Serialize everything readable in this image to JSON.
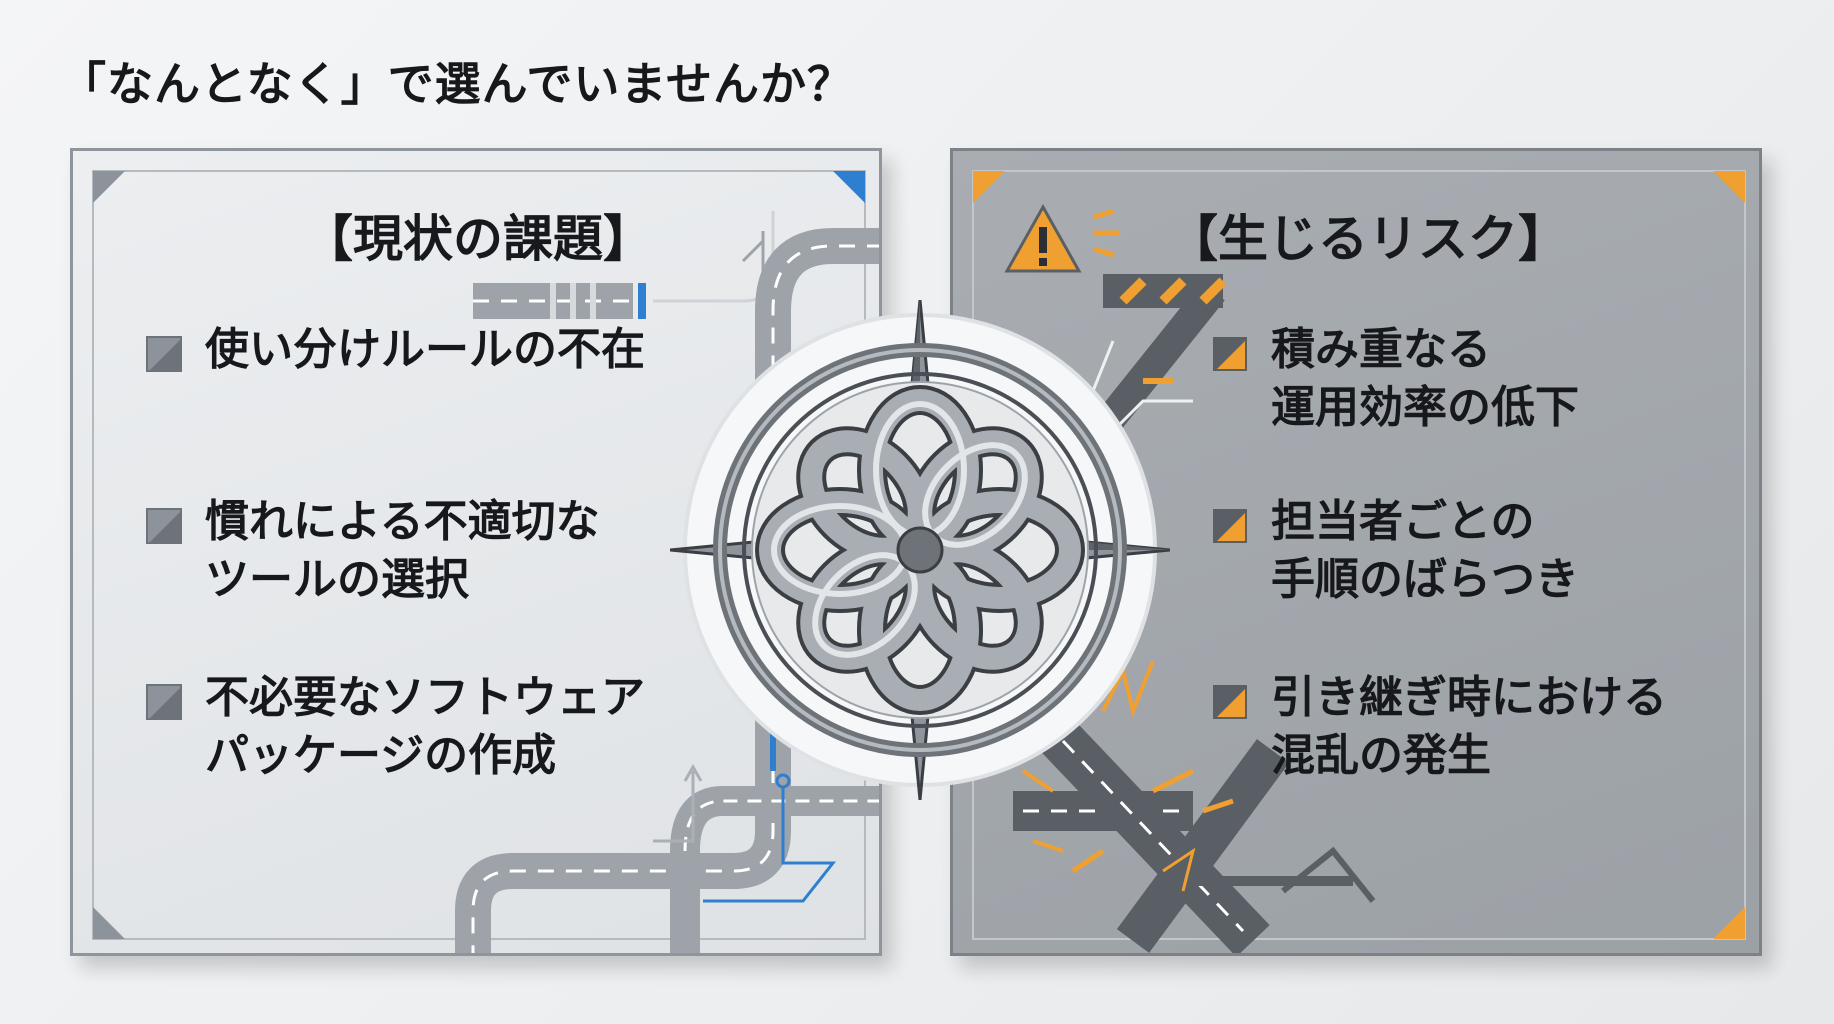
{
  "headline": "「なんとなく」で選んでいませんか？",
  "left_panel": {
    "title": "【現状の課題】",
    "items": [
      {
        "lines": [
          "使い分けルールの不在",
          ""
        ]
      },
      {
        "lines": [
          "慣れによる不適切な",
          "ツールの選択"
        ]
      },
      {
        "lines": [
          "不必要なソフトウェア",
          "パッケージの作成"
        ]
      }
    ]
  },
  "right_panel": {
    "title": "【生じるリスク】",
    "items": [
      {
        "lines": [
          "積み重なる",
          "運用効率の低下"
        ]
      },
      {
        "lines": [
          "担当者ごとの",
          "手順のばらつき"
        ]
      },
      {
        "lines": [
          "引き継ぎ時における",
          "混乱の発生"
        ]
      }
    ]
  },
  "colors": {
    "accent_blue": "#2f7fd0",
    "accent_orange": "#f0a030",
    "panel_left_bg": "#e4e7ea",
    "panel_right_bg": "#a3a8ad"
  },
  "icons": {
    "left_bullet": "gray-square-bullet",
    "right_bullet": "orange-square-bullet",
    "warning": "warning-triangle-icon",
    "center": "tangled-knot-compass-emblem"
  }
}
